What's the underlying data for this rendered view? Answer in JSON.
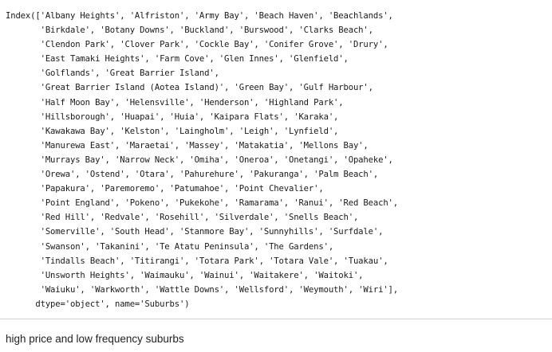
{
  "output": {
    "lines": [
      "Index(['Albany Heights', 'Alfriston', 'Army Bay', 'Beach Haven', 'Beachlands',",
      "       'Birkdale', 'Botany Downs', 'Buckland', 'Burswood', 'Clarks Beach',",
      "       'Clendon Park', 'Clover Park', 'Cockle Bay', 'Conifer Grove', 'Drury',",
      "       'East Tamaki Heights', 'Farm Cove', 'Glen Innes', 'Glenfield',",
      "       'Golflands', 'Great Barrier Island',",
      "       'Great Barrier Island (Aotea Island)', 'Green Bay', 'Gulf Harbour',",
      "       'Half Moon Bay', 'Helensville', 'Henderson', 'Highland Park',",
      "       'Hillsborough', 'Huapai', 'Huia', 'Kaipara Flats', 'Karaka',",
      "       'Kawakawa Bay', 'Kelston', 'Laingholm', 'Leigh', 'Lynfield',",
      "       'Manurewa East', 'Maraetai', 'Massey', 'Matakatia', 'Mellons Bay',",
      "       'Murrays Bay', 'Narrow Neck', 'Omiha', 'Oneroa', 'Onetangi', 'Opaheke',",
      "       'Orewa', 'Ostend', 'Otara', 'Pahurehure', 'Pakuranga', 'Palm Beach',",
      "       'Papakura', 'Paremoremo', 'Patumahoe', 'Point Chevalier',",
      "       'Point England', 'Pokeno', 'Pukekohe', 'Ramarama', 'Ranui', 'Red Beach',",
      "       'Red Hill', 'Redvale', 'Rosehill', 'Silverdale', 'Snells Beach',",
      "       'Somerville', 'South Head', 'Stanmore Bay', 'Sunnyhills', 'Surfdale',",
      "       'Swanson', 'Takanini', 'Te Atatu Peninsula', 'The Gardens',",
      "       'Tindalls Beach', 'Titirangi', 'Totara Park', 'Totara Vale', 'Tuakau',",
      "       'Unsworth Heights', 'Waimauku', 'Wainui', 'Waitakere', 'Waitoki',",
      "       'Waiuku', 'Warkworth', 'Wattle Downs', 'Wellsford', 'Weymouth', 'Wiri'],",
      "      dtype='object', name='Suburbs')"
    ]
  },
  "markdown": {
    "text": "high price and low frequency suburbs"
  }
}
